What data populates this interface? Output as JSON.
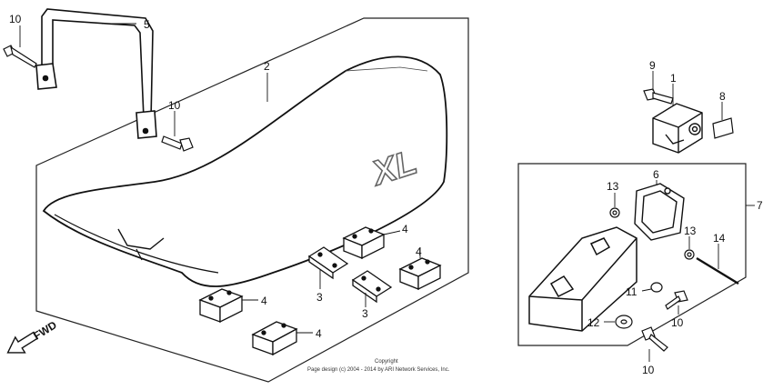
{
  "diagram": {
    "seat_logo": "XL",
    "fwd_label": "FWD",
    "copyright_line1": "Copyright",
    "copyright_line2": "Page design (c) 2004 - 2014 by ARI Network Services, Inc.",
    "callouts": {
      "c1": "1",
      "c2": "2",
      "c3a": "3",
      "c3b": "3",
      "c4a": "4",
      "c4b": "4",
      "c4c": "4",
      "c4d": "4",
      "c5": "5",
      "c6": "6",
      "c7": "7",
      "c8": "8",
      "c9": "9",
      "c10a": "10",
      "c10b": "10",
      "c10c": "10",
      "c10d": "10",
      "c11": "11",
      "c12": "12",
      "c13a": "13",
      "c13b": "13",
      "c14": "14"
    }
  }
}
